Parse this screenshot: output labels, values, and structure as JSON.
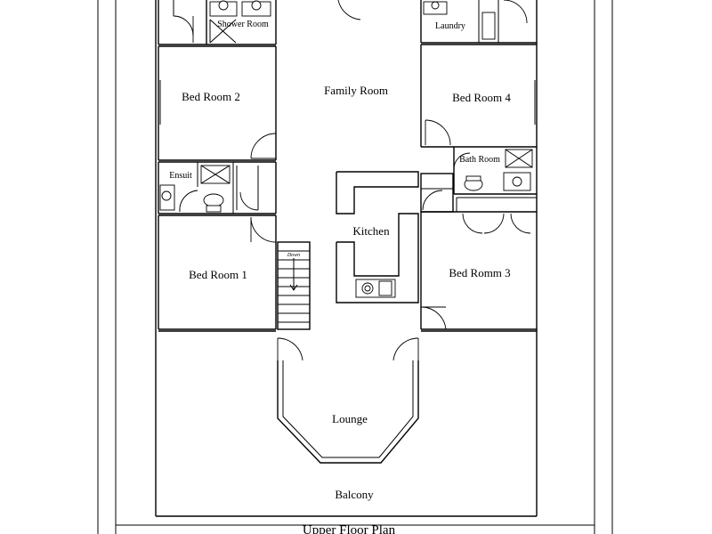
{
  "plan": {
    "title": "Upper Floor Plan",
    "rooms": {
      "shower_room": "Shower Room",
      "laundry": "Laundry",
      "family_room": "Family Room",
      "bed_room_2": "Bed Room 2",
      "bed_room_4": "Bed Room 4",
      "bath_room": "Bath Room",
      "ensuit": "Ensuit",
      "kitchen": "Kitchen",
      "bed_room_1": "Bed Room 1",
      "bed_romm_3": "Bed Romm 3",
      "lounge": "Lounge",
      "balcony": "Balcony"
    },
    "stair_label": "Down"
  }
}
